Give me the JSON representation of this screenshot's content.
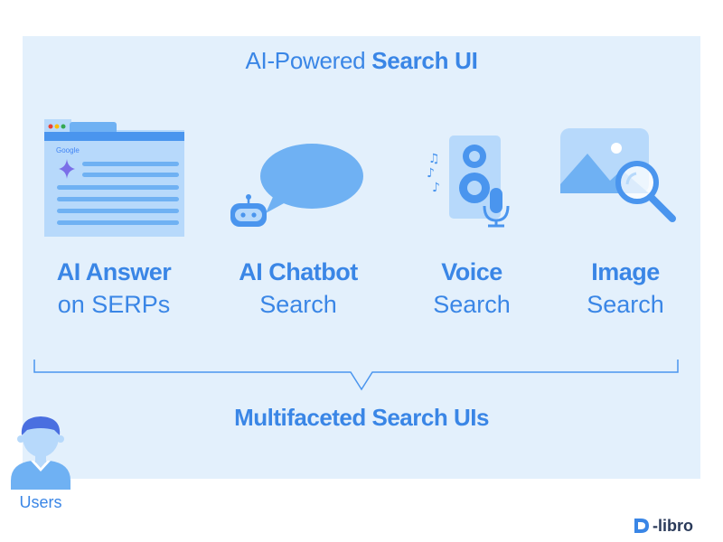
{
  "title": {
    "normal": "AI-Powered ",
    "bold": "Search UI"
  },
  "items": [
    {
      "line1": "AI Answer",
      "line2": "on SERPs",
      "icon": "browser-serp-icon"
    },
    {
      "line1": "AI Chatbot",
      "line2": "Search",
      "icon": "chatbot-icon"
    },
    {
      "line1": "Voice",
      "line2": "Search",
      "icon": "voice-speaker-mic-icon"
    },
    {
      "line1": "Image",
      "line2": "Search",
      "icon": "image-search-icon"
    }
  ],
  "serp_brand": "Google",
  "bottom_title": "Multifaceted Search UIs",
  "users_label": "Users",
  "logo": {
    "d": "D",
    "rest": "-libro"
  },
  "colors": {
    "panel_bg": "#e3f0fc",
    "accent": "#3a86e6",
    "icon_light": "#b7d9fb",
    "icon_mid": "#6fb1f3",
    "icon_dark": "#4a95ee"
  }
}
